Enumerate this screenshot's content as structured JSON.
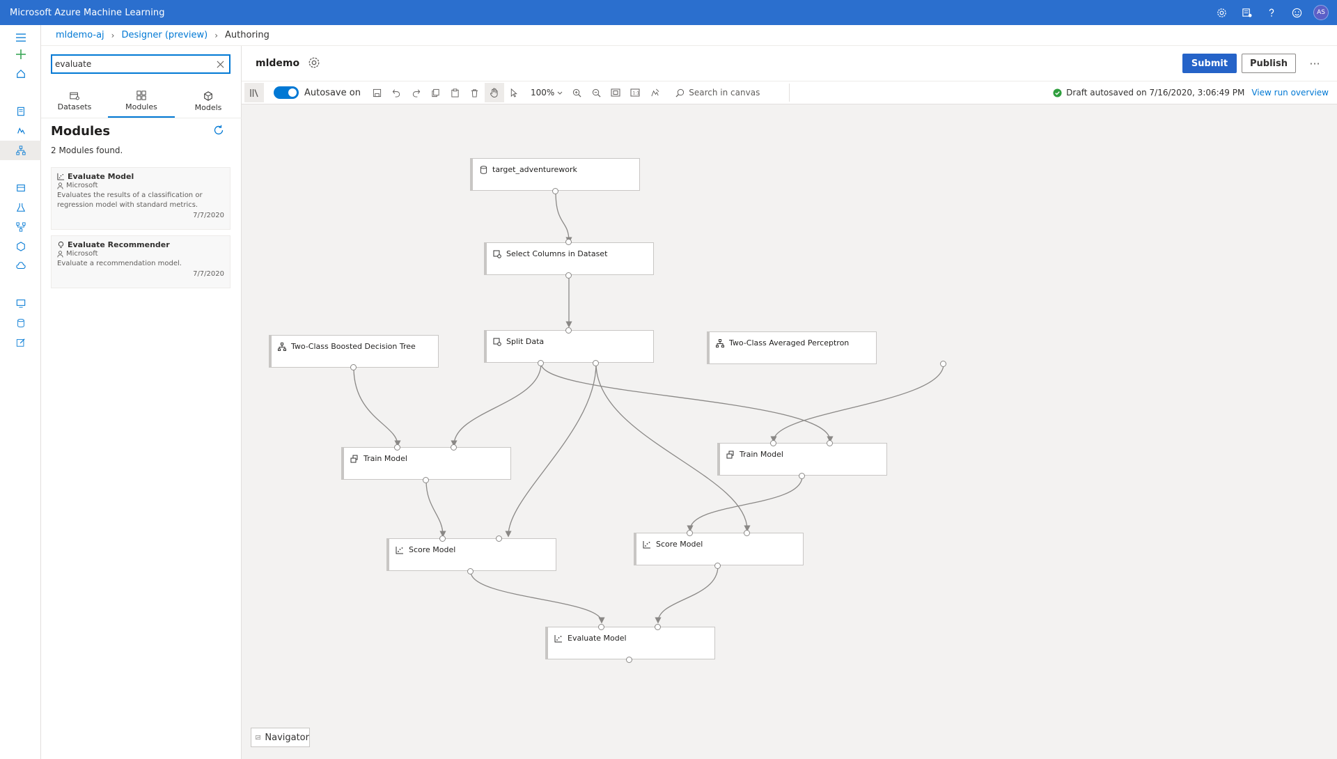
{
  "app": {
    "title": "Microsoft Azure Machine Learning",
    "avatar_initials": "AS",
    "accent_color": "#2b6fce"
  },
  "breadcrumb": {
    "workspace": "mldemo-aj",
    "section": "Designer (preview)",
    "current": "Authoring"
  },
  "sidebar": {
    "search_value": "evaluate",
    "tabs": [
      {
        "label": "Datasets",
        "icon": "dataset-icon"
      },
      {
        "label": "Modules",
        "icon": "modules-icon"
      },
      {
        "label": "Models",
        "icon": "models-icon"
      }
    ],
    "title": "Modules",
    "found": "2 Modules found.",
    "results": [
      {
        "title": "Evaluate Model",
        "publisher": "Microsoft",
        "description": "Evaluates the results of a classification or regression model with standard metrics.",
        "date": "7/7/2020"
      },
      {
        "title": "Evaluate Recommender",
        "publisher": "Microsoft",
        "description": "Evaluate a recommendation model.",
        "date": "7/7/2020"
      }
    ]
  },
  "canvas_header": {
    "pipeline_name": "mldemo",
    "submit_label": "Submit",
    "publish_label": "Publish",
    "more_label": "···"
  },
  "toolbar": {
    "autosave_label": "Autosave on",
    "zoom": "100%",
    "search_placeholder": "Search in canvas",
    "draft_status": "Draft autosaved on 7/16/2020, 3:06:49 PM",
    "view_run_link": "View run overview"
  },
  "nodes": [
    {
      "label": "target_adventurework",
      "icon": "dataset-icon"
    },
    {
      "label": "Select Columns in Dataset",
      "icon": "transform-icon"
    },
    {
      "label": "Split Data",
      "icon": "transform-icon"
    },
    {
      "label": "Two-Class Boosted Decision Tree",
      "icon": "algorithm-icon"
    },
    {
      "label": "Two-Class Averaged Perceptron",
      "icon": "algorithm-icon"
    },
    {
      "label": "Train Model",
      "icon": "train-icon"
    },
    {
      "label": "Train Model",
      "icon": "train-icon"
    },
    {
      "label": "Score Model",
      "icon": "chart-icon"
    },
    {
      "label": "Score Model",
      "icon": "chart-icon"
    },
    {
      "label": "Evaluate Model",
      "icon": "chart-icon"
    }
  ],
  "navigator_label": "Navigator"
}
